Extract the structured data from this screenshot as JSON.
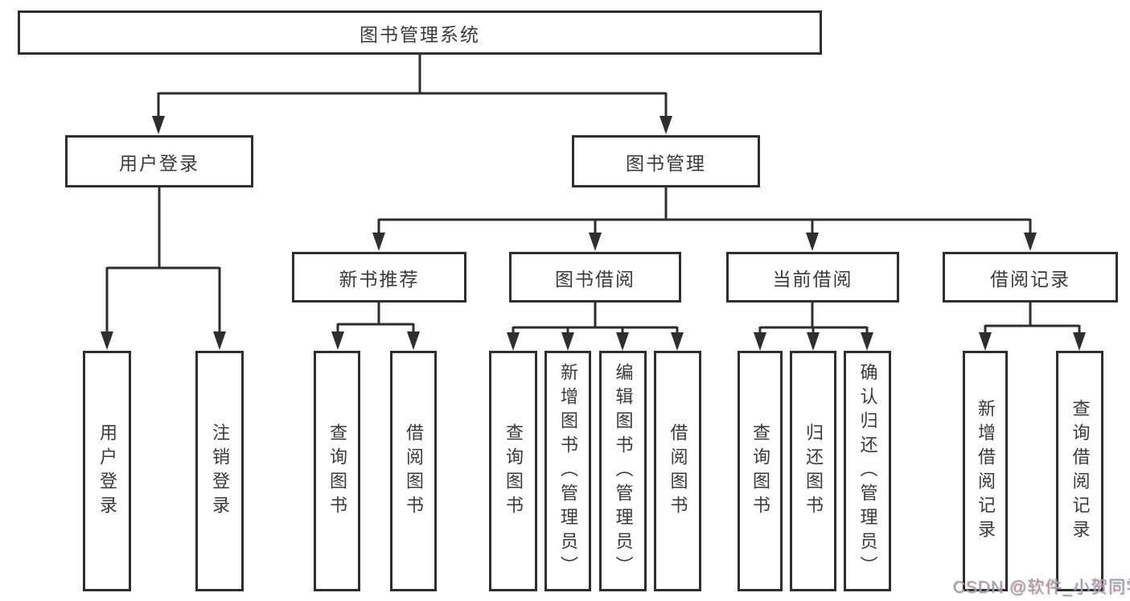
{
  "diagram_title": "图书管理系统",
  "tree": {
    "label": "图书管理系统",
    "children": [
      {
        "label": "用户登录",
        "children": [
          {
            "label": "用户登录"
          },
          {
            "label": "注销登录"
          }
        ]
      },
      {
        "label": "图书管理",
        "children": [
          {
            "label": "新书推荐",
            "children": [
              {
                "label": "查询图书"
              },
              {
                "label": "借阅图书"
              }
            ]
          },
          {
            "label": "图书借阅",
            "children": [
              {
                "label": "查询图书"
              },
              {
                "label": "新增图书（管理员）"
              },
              {
                "label": "编辑图书（管理员）"
              },
              {
                "label": "借阅图书"
              }
            ]
          },
          {
            "label": "当前借阅",
            "children": [
              {
                "label": "查询图书"
              },
              {
                "label": "归还图书"
              },
              {
                "label": "确认归还（管理员）"
              }
            ]
          },
          {
            "label": "借阅记录",
            "children": [
              {
                "label": "新增借阅记录"
              },
              {
                "label": "查询借阅记录"
              }
            ]
          }
        ]
      }
    ]
  },
  "watermark": {
    "text": "CSDN @软件_小贺同学"
  },
  "colors": {
    "line": "#2e2e2e",
    "text": "#3a3a3a",
    "background": "#ffffff",
    "watermark": "#a0a0a0"
  }
}
